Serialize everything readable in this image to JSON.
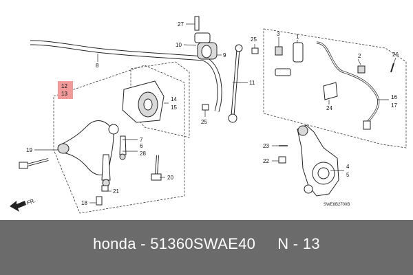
{
  "diagram": {
    "labels": {
      "l27": "27",
      "l10": "10",
      "l9": "9",
      "l8": "8",
      "l25a": "25",
      "l3": "3",
      "l1": "1",
      "l2": "2",
      "l26": "26",
      "l12": "12",
      "l13": "13",
      "l14": "14",
      "l15": "15",
      "l11": "11",
      "l25b": "25",
      "l24": "24",
      "l16": "16",
      "l17": "17",
      "l19": "19",
      "l7": "7",
      "l6": "6",
      "l28": "28",
      "l23": "23",
      "l22": "22",
      "l4": "4",
      "l5": "5",
      "l20": "20",
      "l21": "21",
      "l18": "18"
    },
    "front_marker": "FR.",
    "code": "SWE8B2700B"
  },
  "caption": {
    "brand": "honda",
    "sep": " - ",
    "part_number": "51360SWAE40",
    "ref": "N - 13"
  }
}
